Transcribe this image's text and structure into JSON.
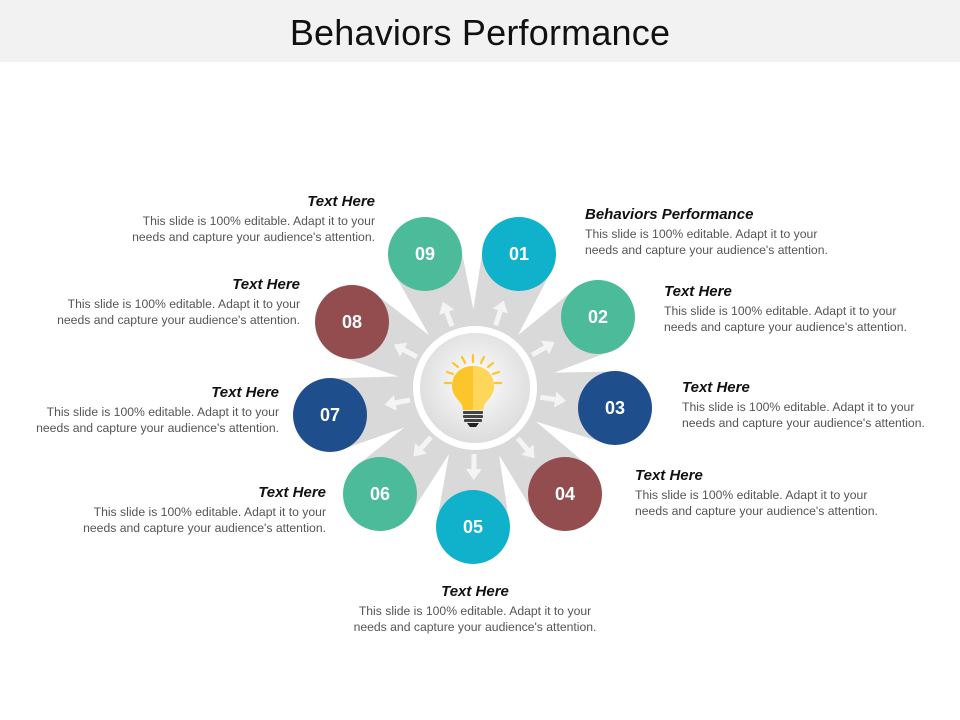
{
  "title": "Behaviors Performance",
  "colors": {
    "teal_green": "#4cbb9a",
    "cyan": "#0fb1cb",
    "navy": "#1f4e8c",
    "maroon": "#944d4f",
    "ray_gray": "#d9d9d9",
    "bulb_yellow": "#fcc62b"
  },
  "center": {
    "icon": "lightbulb-icon"
  },
  "nodes": [
    {
      "num": "01",
      "color": "#0fb1cb",
      "heading": "Behaviors Performance",
      "desc_line1": "This slide is 100% editable. Adapt it to your",
      "desc_line2": "needs and capture your audience's attention."
    },
    {
      "num": "02",
      "color": "#4cbb9a",
      "heading": "Text Here",
      "desc_line1": "This slide is 100% editable. Adapt it to your",
      "desc_line2": "needs and capture your audience's attention."
    },
    {
      "num": "03",
      "color": "#1f4e8c",
      "heading": "Text Here",
      "desc_line1": "This slide is 100% editable. Adapt it to your",
      "desc_line2": "needs and capture your audience's attention."
    },
    {
      "num": "04",
      "color": "#944d4f",
      "heading": "Text Here",
      "desc_line1": "This slide is 100% editable. Adapt it to your",
      "desc_line2": "needs and capture your audience's attention."
    },
    {
      "num": "05",
      "color": "#0fb1cb",
      "heading": "Text Here",
      "desc_line1": "This slide is 100% editable. Adapt it to your",
      "desc_line2": "needs and capture your audience's attention."
    },
    {
      "num": "06",
      "color": "#4cbb9a",
      "heading": "Text Here",
      "desc_line1": "This slide is 100% editable. Adapt it to your",
      "desc_line2": "needs and capture your audience's attention."
    },
    {
      "num": "07",
      "color": "#1f4e8c",
      "heading": "Text Here",
      "desc_line1": "This slide is 100% editable. Adapt it to your",
      "desc_line2": "needs and capture your audience's attention."
    },
    {
      "num": "08",
      "color": "#944d4f",
      "heading": "Text Here",
      "desc_line1": "This slide is 100% editable. Adapt it to your",
      "desc_line2": "needs and capture your audience's attention."
    },
    {
      "num": "09",
      "color": "#4cbb9a",
      "heading": "Text Here",
      "desc_line1": "This slide is 100% editable. Adapt it to your",
      "desc_line2": "needs and capture your audience's attention."
    }
  ]
}
